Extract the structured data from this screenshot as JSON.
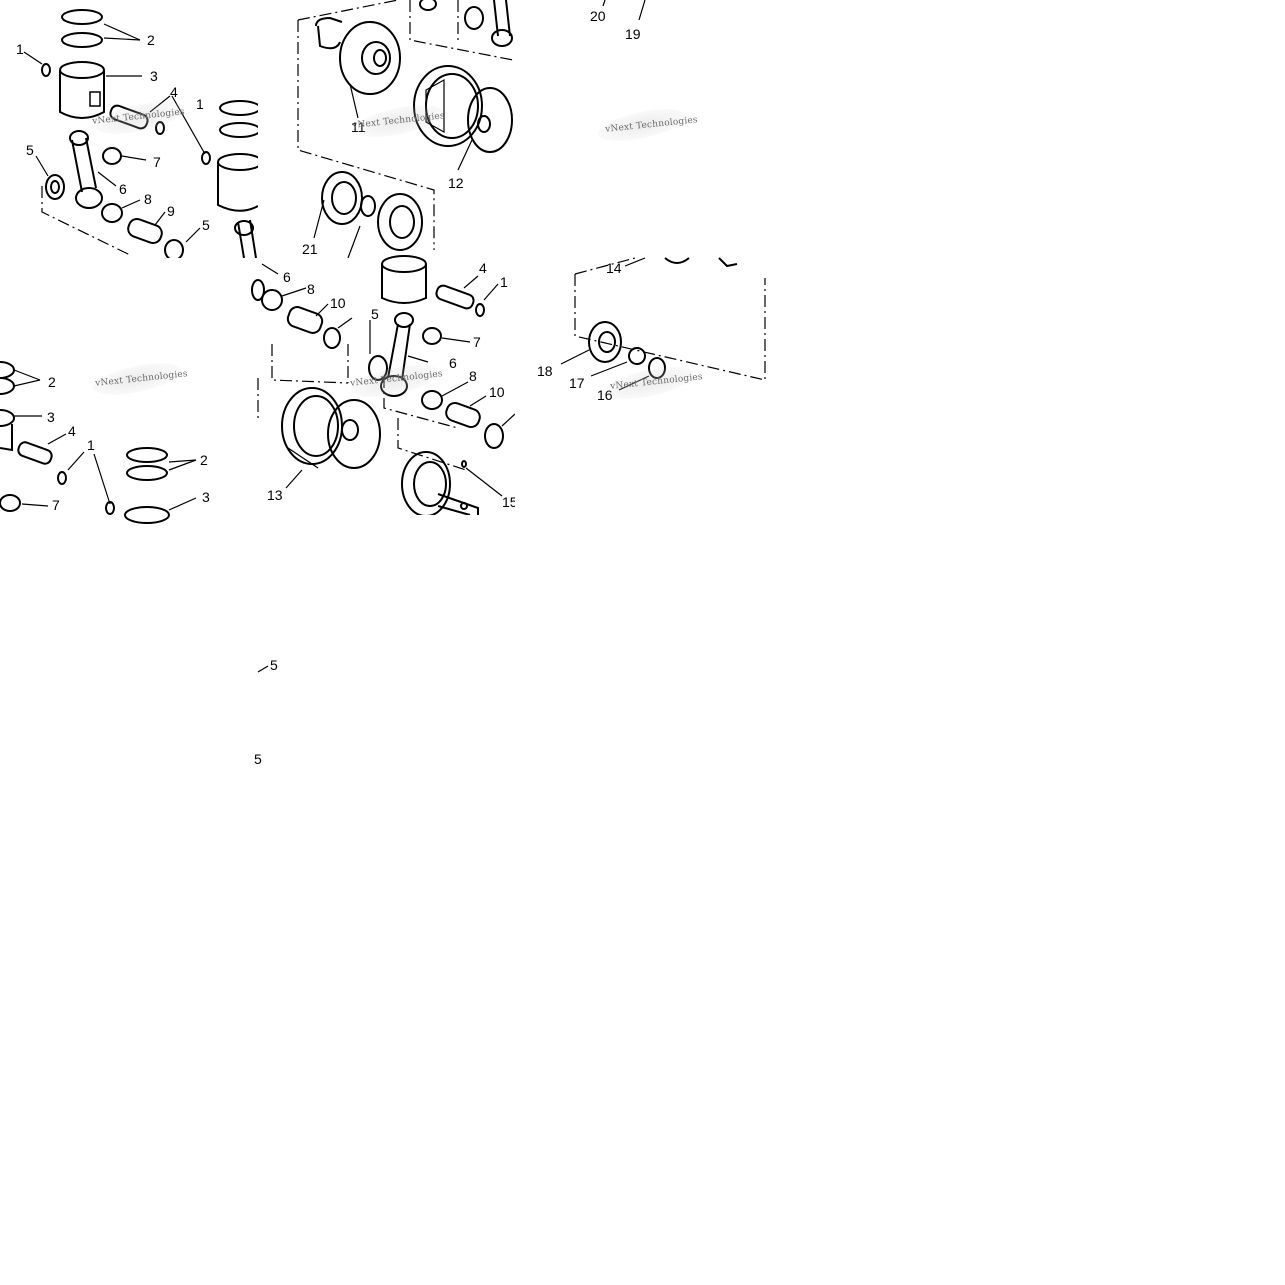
{
  "watermark": "vNext Technologies",
  "callouts": {
    "t1": [
      "2",
      "1",
      "3",
      "4",
      "1",
      "5",
      "7",
      "6",
      "8",
      "9",
      "5"
    ],
    "t2": [
      "11",
      "12",
      "21"
    ],
    "t3": [
      "20",
      "19"
    ],
    "t4": [
      "2",
      "3",
      "4",
      "1",
      "2",
      "7",
      "3"
    ],
    "t5": [
      "6",
      "8",
      "10",
      "4",
      "1",
      "5",
      "7",
      "6",
      "8",
      "10",
      "13",
      "15"
    ],
    "t6": [
      "14",
      "18",
      "17",
      "16"
    ],
    "t7": [
      "5",
      "5"
    ]
  },
  "colors": {
    "line": "#000000",
    "background": "#ffffff",
    "watermark": "#6a6a6a"
  }
}
